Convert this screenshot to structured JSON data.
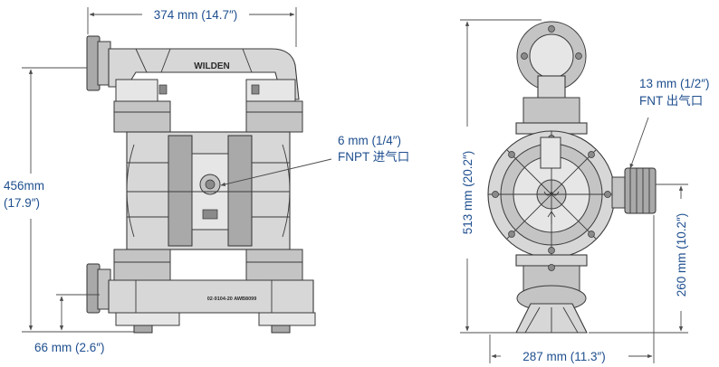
{
  "brand_text": "WILDEN",
  "part_text": "02-9104-20 AWB8099",
  "front_view": {
    "width_dim": "374 mm (14.7″)",
    "height_dim_line1": "456mm",
    "height_dim_line2": "(17.9″)",
    "inlet_height_dim": "66 mm (2.6″)",
    "air_inlet_line1": "6 mm (1/4″)",
    "air_inlet_line2": "FNPT 进气口"
  },
  "side_view": {
    "height_dim": "513 mm (20.2″)",
    "outlet_height_dim": "260 mm (10.2″)",
    "base_width_dim": "287 mm (11.3″)",
    "air_exhaust_line1": "13 mm (1/2″)",
    "air_exhaust_line2": "FNT 出气口"
  },
  "colors": {
    "label": "#1f4f8f",
    "dimension_line": "#4d4d4d",
    "pump_body": "#d7d7d7",
    "outline": "#3a3a3a"
  }
}
